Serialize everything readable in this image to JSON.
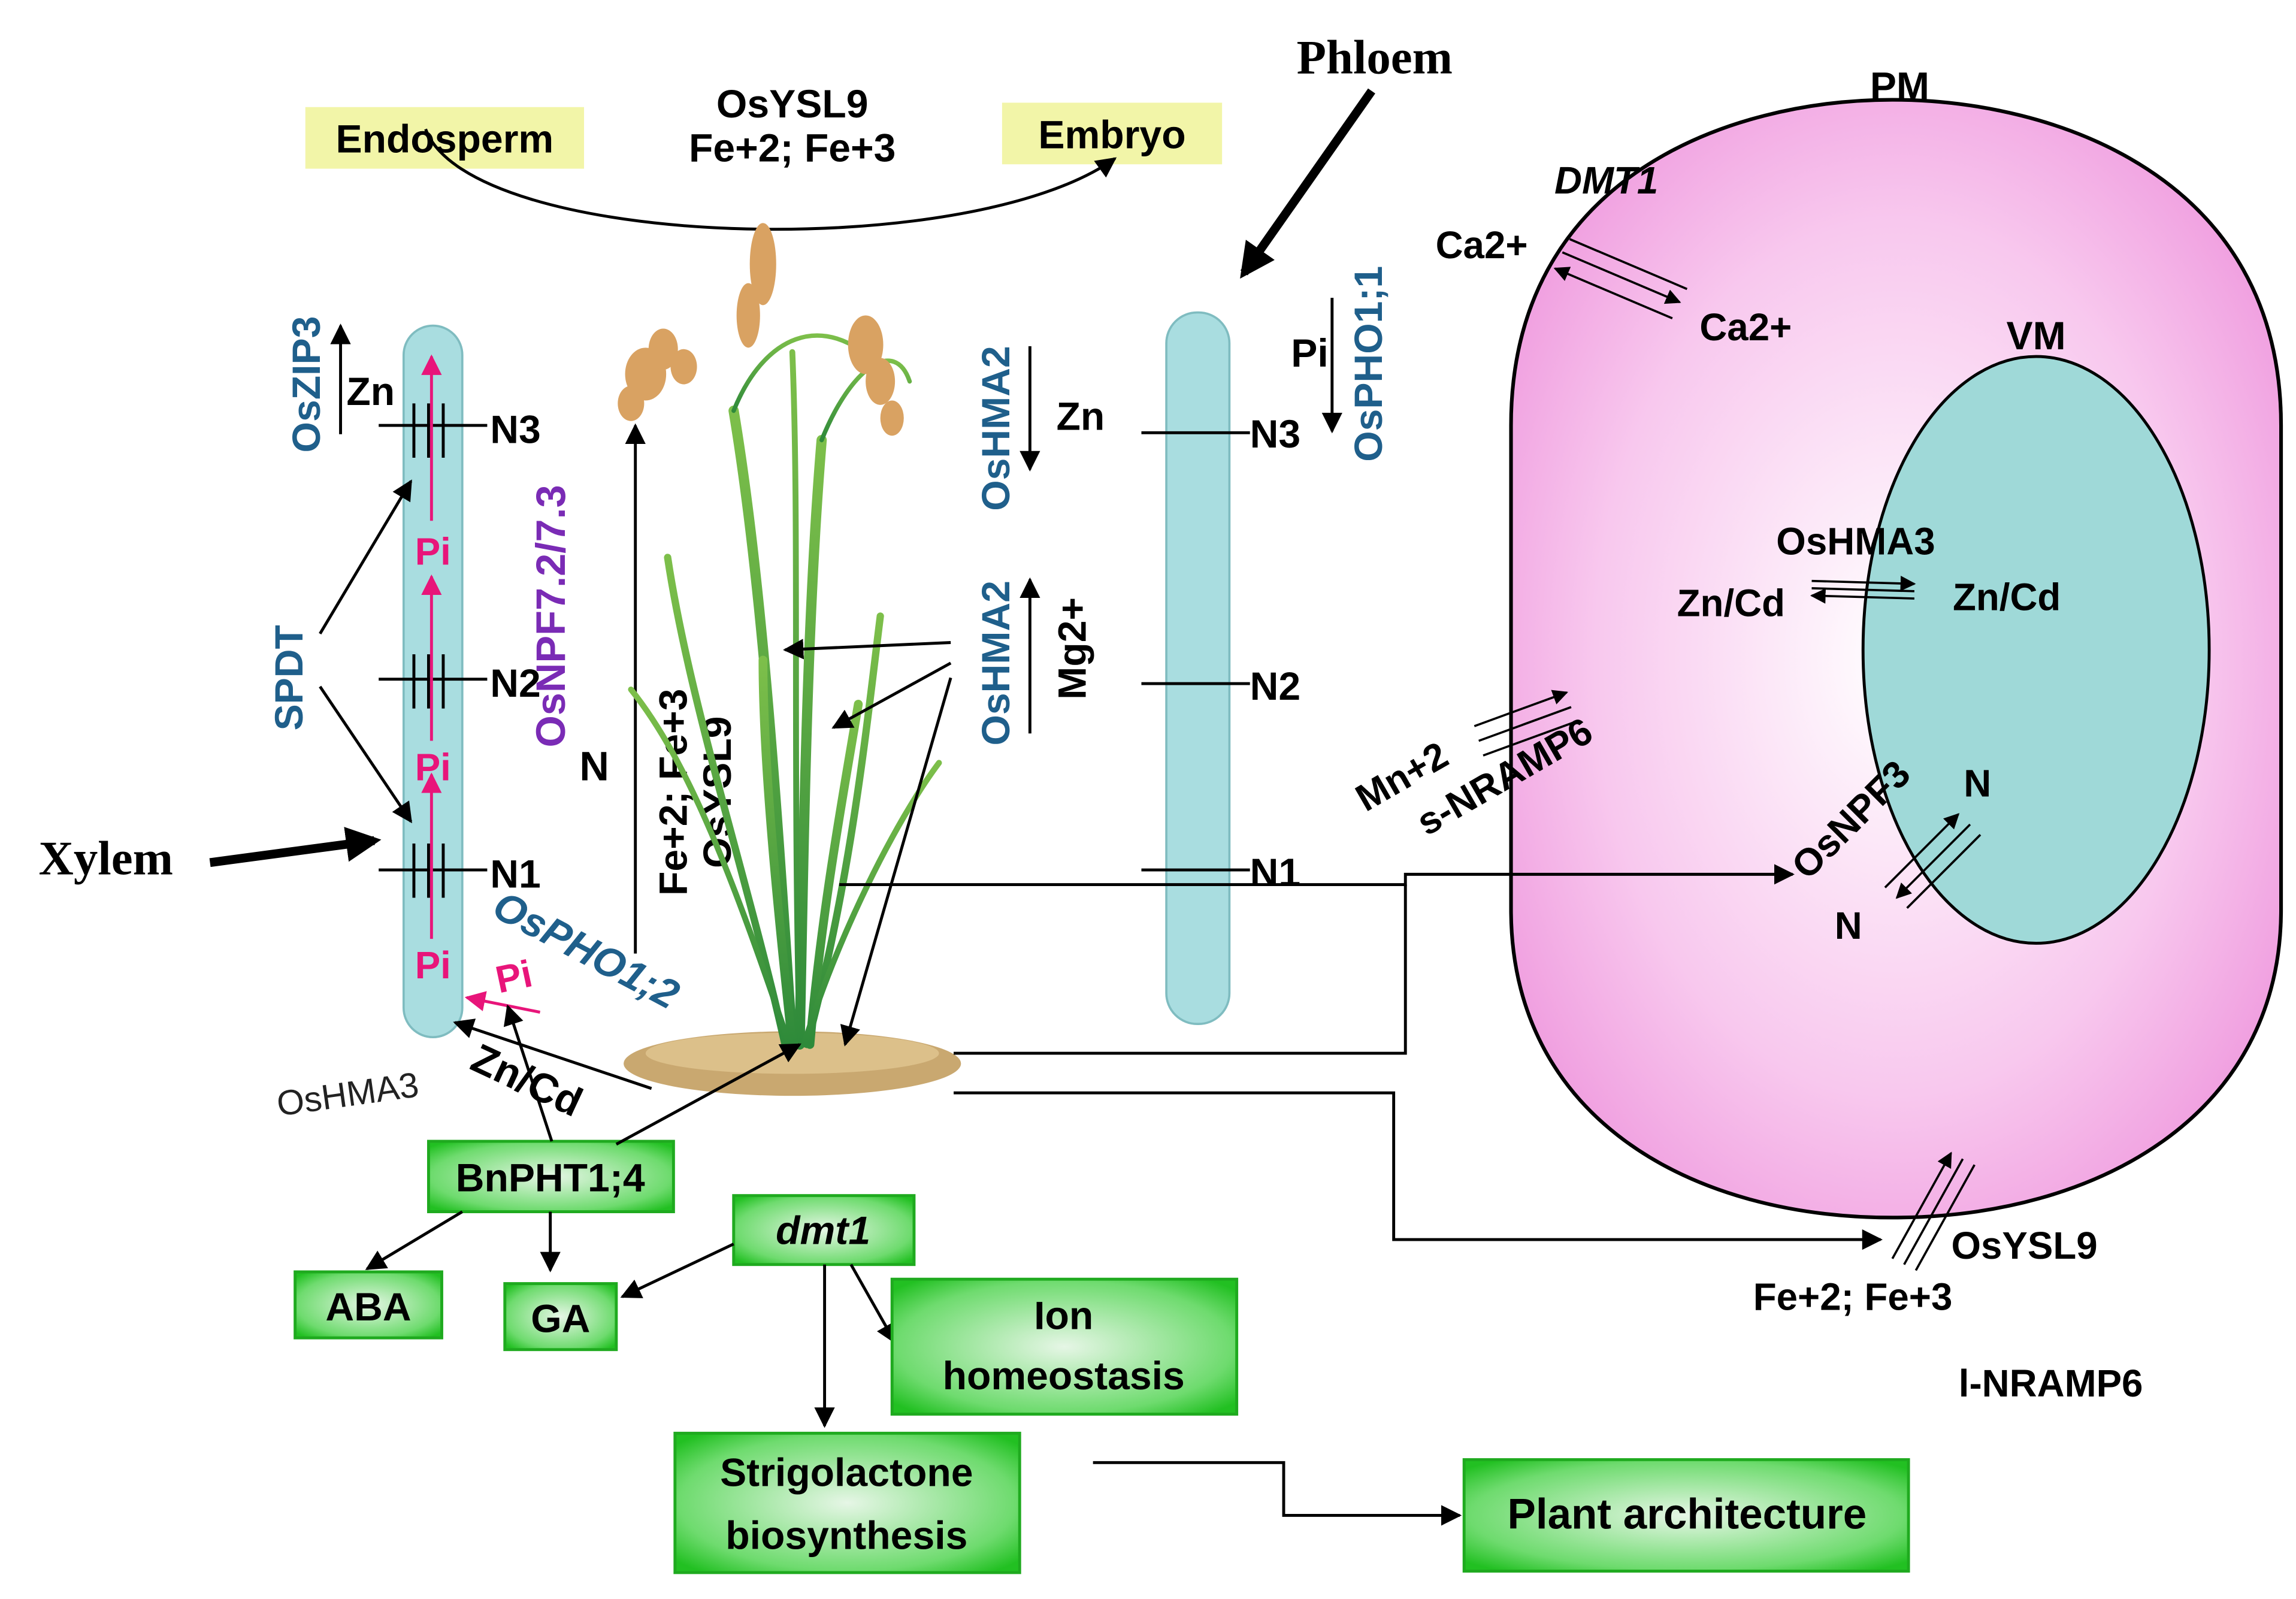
{
  "colors": {
    "protein_blue": "#1f5f8b",
    "purple": "#7a2bb5",
    "pink": "#e8157a",
    "green_box": "#2ec62e",
    "yellow_box": "#f2f5a8",
    "tube": "#a9dde0",
    "cell_pm": "#f4a9e6",
    "vacuole": "#9fd9d8"
  },
  "header": {
    "endosperm": "Endosperm",
    "embryo": "Embryo",
    "osysl9_top": "OsYSL9",
    "fe_top": "Fe+2; Fe+3",
    "phloem": "Phloem",
    "xylem": "Xylem"
  },
  "xylem_side": {
    "oszip3": "OsZIP3",
    "zn": "Zn",
    "n3": "N3",
    "n2": "N2",
    "n1": "N1",
    "pi": "Pi",
    "spdt": "SPDT",
    "ospho12": "OsPHO1;2",
    "oshma3": "OsHMA3",
    "zncd": "Zn/Cd"
  },
  "middle": {
    "osnpf": "OsNPF7.2/7.3",
    "n": "N",
    "fe": "Fe+2; Fe+3",
    "osysl9": "OsYSL9"
  },
  "phloem_side": {
    "oshma2": "OsHMA2",
    "zn": "Zn",
    "mg": "Mg2+",
    "pi": "Pi",
    "ospho11": "OsPHO1;1",
    "n3": "N3",
    "n2": "N2",
    "n1": "N1"
  },
  "cell": {
    "pm": "PM",
    "vm": "VM",
    "dmt1": "DMT1",
    "ca": "Ca2+",
    "oshma3": "OsHMA3",
    "zncd": "Zn/Cd",
    "mn": "Mn+2",
    "snramp6": "s-NRAMP6",
    "osnpf3": "OsNPF3",
    "n": "N",
    "osysl9": "OsYSL9",
    "fe": "Fe+2; Fe+3",
    "lnramp6": "l-NRAMP6"
  },
  "boxes": {
    "bnpht": "BnPHT1;4",
    "aba": "ABA",
    "ga": "GA",
    "dmt1": "dmt1",
    "ion_line1": "Ion",
    "ion_line2": "homeostasis",
    "strigo_line1": "Strigolactone",
    "strigo_line2": "biosynthesis",
    "plant_arch": "Plant architecture"
  }
}
